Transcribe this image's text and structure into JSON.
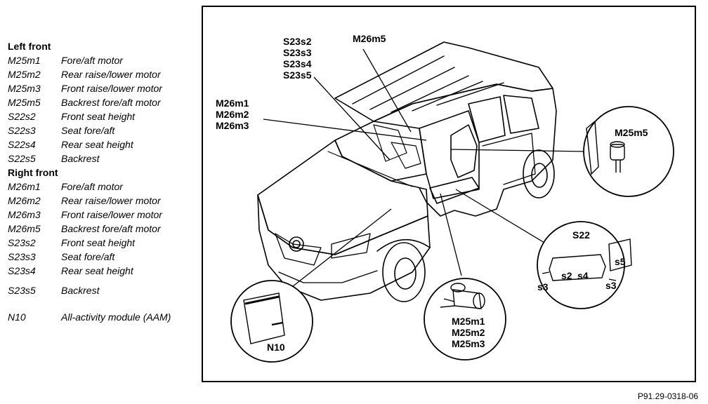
{
  "legend": {
    "left_front_header": "Left front",
    "left_front": [
      {
        "code": "M25m1",
        "desc": "Fore/aft motor"
      },
      {
        "code": "M25m2",
        "desc": "Rear raise/lower motor"
      },
      {
        "code": "M25m3",
        "desc": "Front raise/lower motor"
      },
      {
        "code": "M25m5",
        "desc": "Backrest fore/aft motor"
      },
      {
        "code": "S22s2",
        "desc": "Front seat height"
      },
      {
        "code": "S22s3",
        "desc": "Seat fore/aft"
      },
      {
        "code": "S22s4",
        "desc": "Rear seat height"
      },
      {
        "code": "S22s5",
        "desc": "Backrest"
      }
    ],
    "right_front_header": "Right front",
    "right_front": [
      {
        "code": "M26m1",
        "desc": "Fore/aft motor"
      },
      {
        "code": "M26m2",
        "desc": "Rear raise/lower motor"
      },
      {
        "code": "M26m3",
        "desc": "Front raise/lower motor"
      },
      {
        "code": "M26m5",
        "desc": "Backrest fore/aft motor"
      },
      {
        "code": "S23s2",
        "desc": "Front seat height"
      },
      {
        "code": "S23s3",
        "desc": "Seat fore/aft"
      },
      {
        "code": "S23s4",
        "desc": "Rear seat height"
      },
      {
        "code": "S23s5",
        "desc": "Backrest"
      }
    ],
    "n10": {
      "code": "N10",
      "desc": "All-activity module (AAM)"
    }
  },
  "diagram_labels": {
    "s23_group": [
      "S23s2",
      "S23s3",
      "S23s4",
      "S23s5"
    ],
    "m26m5": "M26m5",
    "m26_group": [
      "M26m1",
      "M26m2",
      "M26m3"
    ],
    "m25m5": "M25m5",
    "s22": "S22",
    "s22_parts": {
      "s2": "s2",
      "s3": "s3",
      "s4": "s4",
      "s5": "s5"
    },
    "m25_group": [
      "M25m1",
      "M25m2",
      "M25m3"
    ],
    "n10": "N10"
  },
  "footer": "P91.29-0318-06"
}
